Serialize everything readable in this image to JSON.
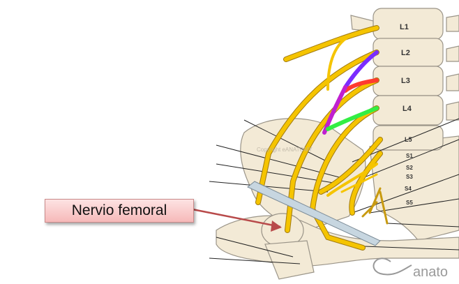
{
  "callout": {
    "label": "Nervio femoral"
  },
  "vertebrae": [
    "L1",
    "L2",
    "L3",
    "L4",
    "L5",
    "S1",
    "S2",
    "S3",
    "S4",
    "S5"
  ],
  "watermark": {
    "logo": "anato",
    "copyright": "Copyright eANATOMY"
  },
  "colors": {
    "nerve": "#f5c400",
    "bone": "#f3ead6",
    "highlight_purple": "#7a2cff",
    "highlight_red": "#ff3b2f",
    "highlight_green": "#33ee44",
    "highlight_magenta": "#c020d0",
    "callout": "#f6b9b9",
    "arrow": "#b84a4a"
  }
}
